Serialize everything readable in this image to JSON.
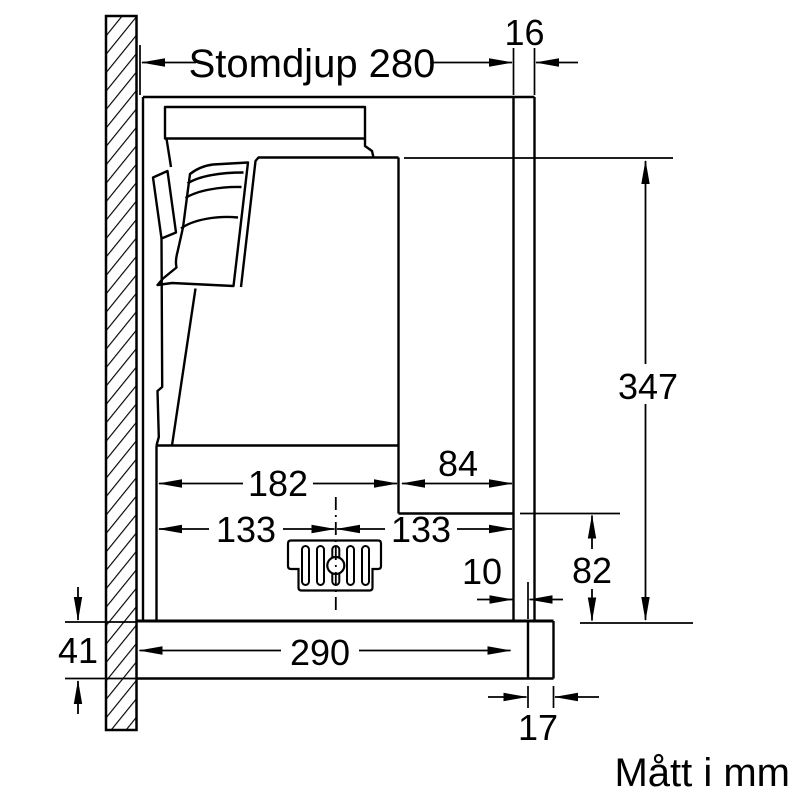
{
  "diagram": {
    "kind": "technical dimension drawing, side cross-section of built-in telescopic cooker hood",
    "unit_note": "Mått i mm",
    "colors": {
      "ink": "#000000",
      "background": "#ffffff"
    },
    "dims": {
      "stomdjup": {
        "label": "Stomdjup 280",
        "value_mm": 280,
        "orientation": "horizontal"
      },
      "panel16": {
        "label": "16",
        "value_mm": 16,
        "orientation": "horizontal"
      },
      "height347": {
        "label": "347",
        "value_mm": 347,
        "orientation": "vertical"
      },
      "step84": {
        "label": "84",
        "value_mm": 84,
        "orientation": "horizontal"
      },
      "opening182": {
        "label": "182",
        "value_mm": 182,
        "orientation": "horizontal"
      },
      "center133l": {
        "label": "133",
        "value_mm": 133,
        "orientation": "horizontal"
      },
      "center133r": {
        "label": "133",
        "value_mm": 133,
        "orientation": "horizontal"
      },
      "lower82": {
        "label": "82",
        "value_mm": 82,
        "orientation": "vertical"
      },
      "gap10": {
        "label": "10",
        "value_mm": 10,
        "orientation": "horizontal"
      },
      "visor290": {
        "label": "290",
        "value_mm": 290,
        "orientation": "horizontal"
      },
      "visor41": {
        "label": "41",
        "value_mm": 41,
        "orientation": "vertical"
      },
      "front17": {
        "label": "17",
        "value_mm": 17,
        "orientation": "horizontal"
      }
    }
  }
}
